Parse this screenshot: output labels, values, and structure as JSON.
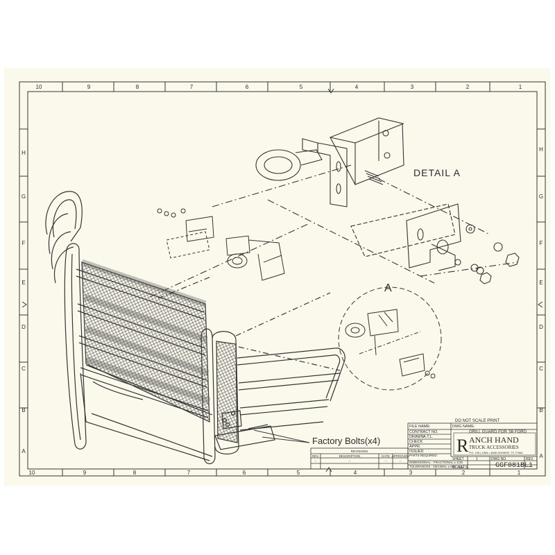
{
  "border": {
    "top_numbers": [
      "10",
      "9",
      "8",
      "7",
      "6",
      "5",
      "4",
      "3",
      "2",
      "1"
    ],
    "bottom_numbers": [
      "10",
      "9",
      "8",
      "7",
      "6",
      "5",
      "4",
      "3",
      "2",
      "1"
    ],
    "left_letters": [
      "H",
      "G",
      "F",
      "E",
      "D",
      "C",
      "B",
      "A"
    ],
    "right_letters": [
      "H",
      "G",
      "F",
      "E",
      "D",
      "C",
      "B",
      "A"
    ]
  },
  "labels": {
    "detail_a": "DETAIL A",
    "circle_a": "A",
    "factory_bolts": "Factory Bolts(x4)"
  },
  "title_block": {
    "do_not_scale": "DO NOT SCALE PRINT",
    "file_name_label": "FILE NAME:",
    "dwg_name_label": "DWG NAME:",
    "dwg_name": "GRILL GUARD FOR '08 FORD",
    "contract_label": "CONTRACT NO.",
    "drawn_label": "DRAWN",
    "drawn_value": "A.T.L.",
    "check_label": "CHECK",
    "appr_label": "APPR.",
    "issued_label": "ISSUED",
    "company_letter": "R",
    "company_name": "ANCH HAND",
    "company_sub": "TRUCK ACCESSORIES",
    "company_address": "P.O. 139 | 1554 • 4658 SHOKER, TX 77064",
    "parts_label": "PARTS REQUIRED:",
    "dim_fraction": "DIMENSIONAL - FRACTIONAL ± 1/16",
    "tol_decimal": "TOLERANCES - DECIMAL ±.005",
    "sheet_label": "SHEET",
    "sheet_value": "1",
    "scale_label": "SCALE",
    "scale_value": "N.T.S.",
    "dwg_no_label": "DWG NO.",
    "dwg_no": "GGF081BL1",
    "rev_label": "REV.",
    "rev_value": "--"
  },
  "revisions": {
    "title": "REVISIONS",
    "headers": [
      "REV.",
      "DESCRIPTION",
      "DATE",
      "APPROVED"
    ],
    "row": [
      "--",
      "--",
      "--",
      "--"
    ]
  }
}
